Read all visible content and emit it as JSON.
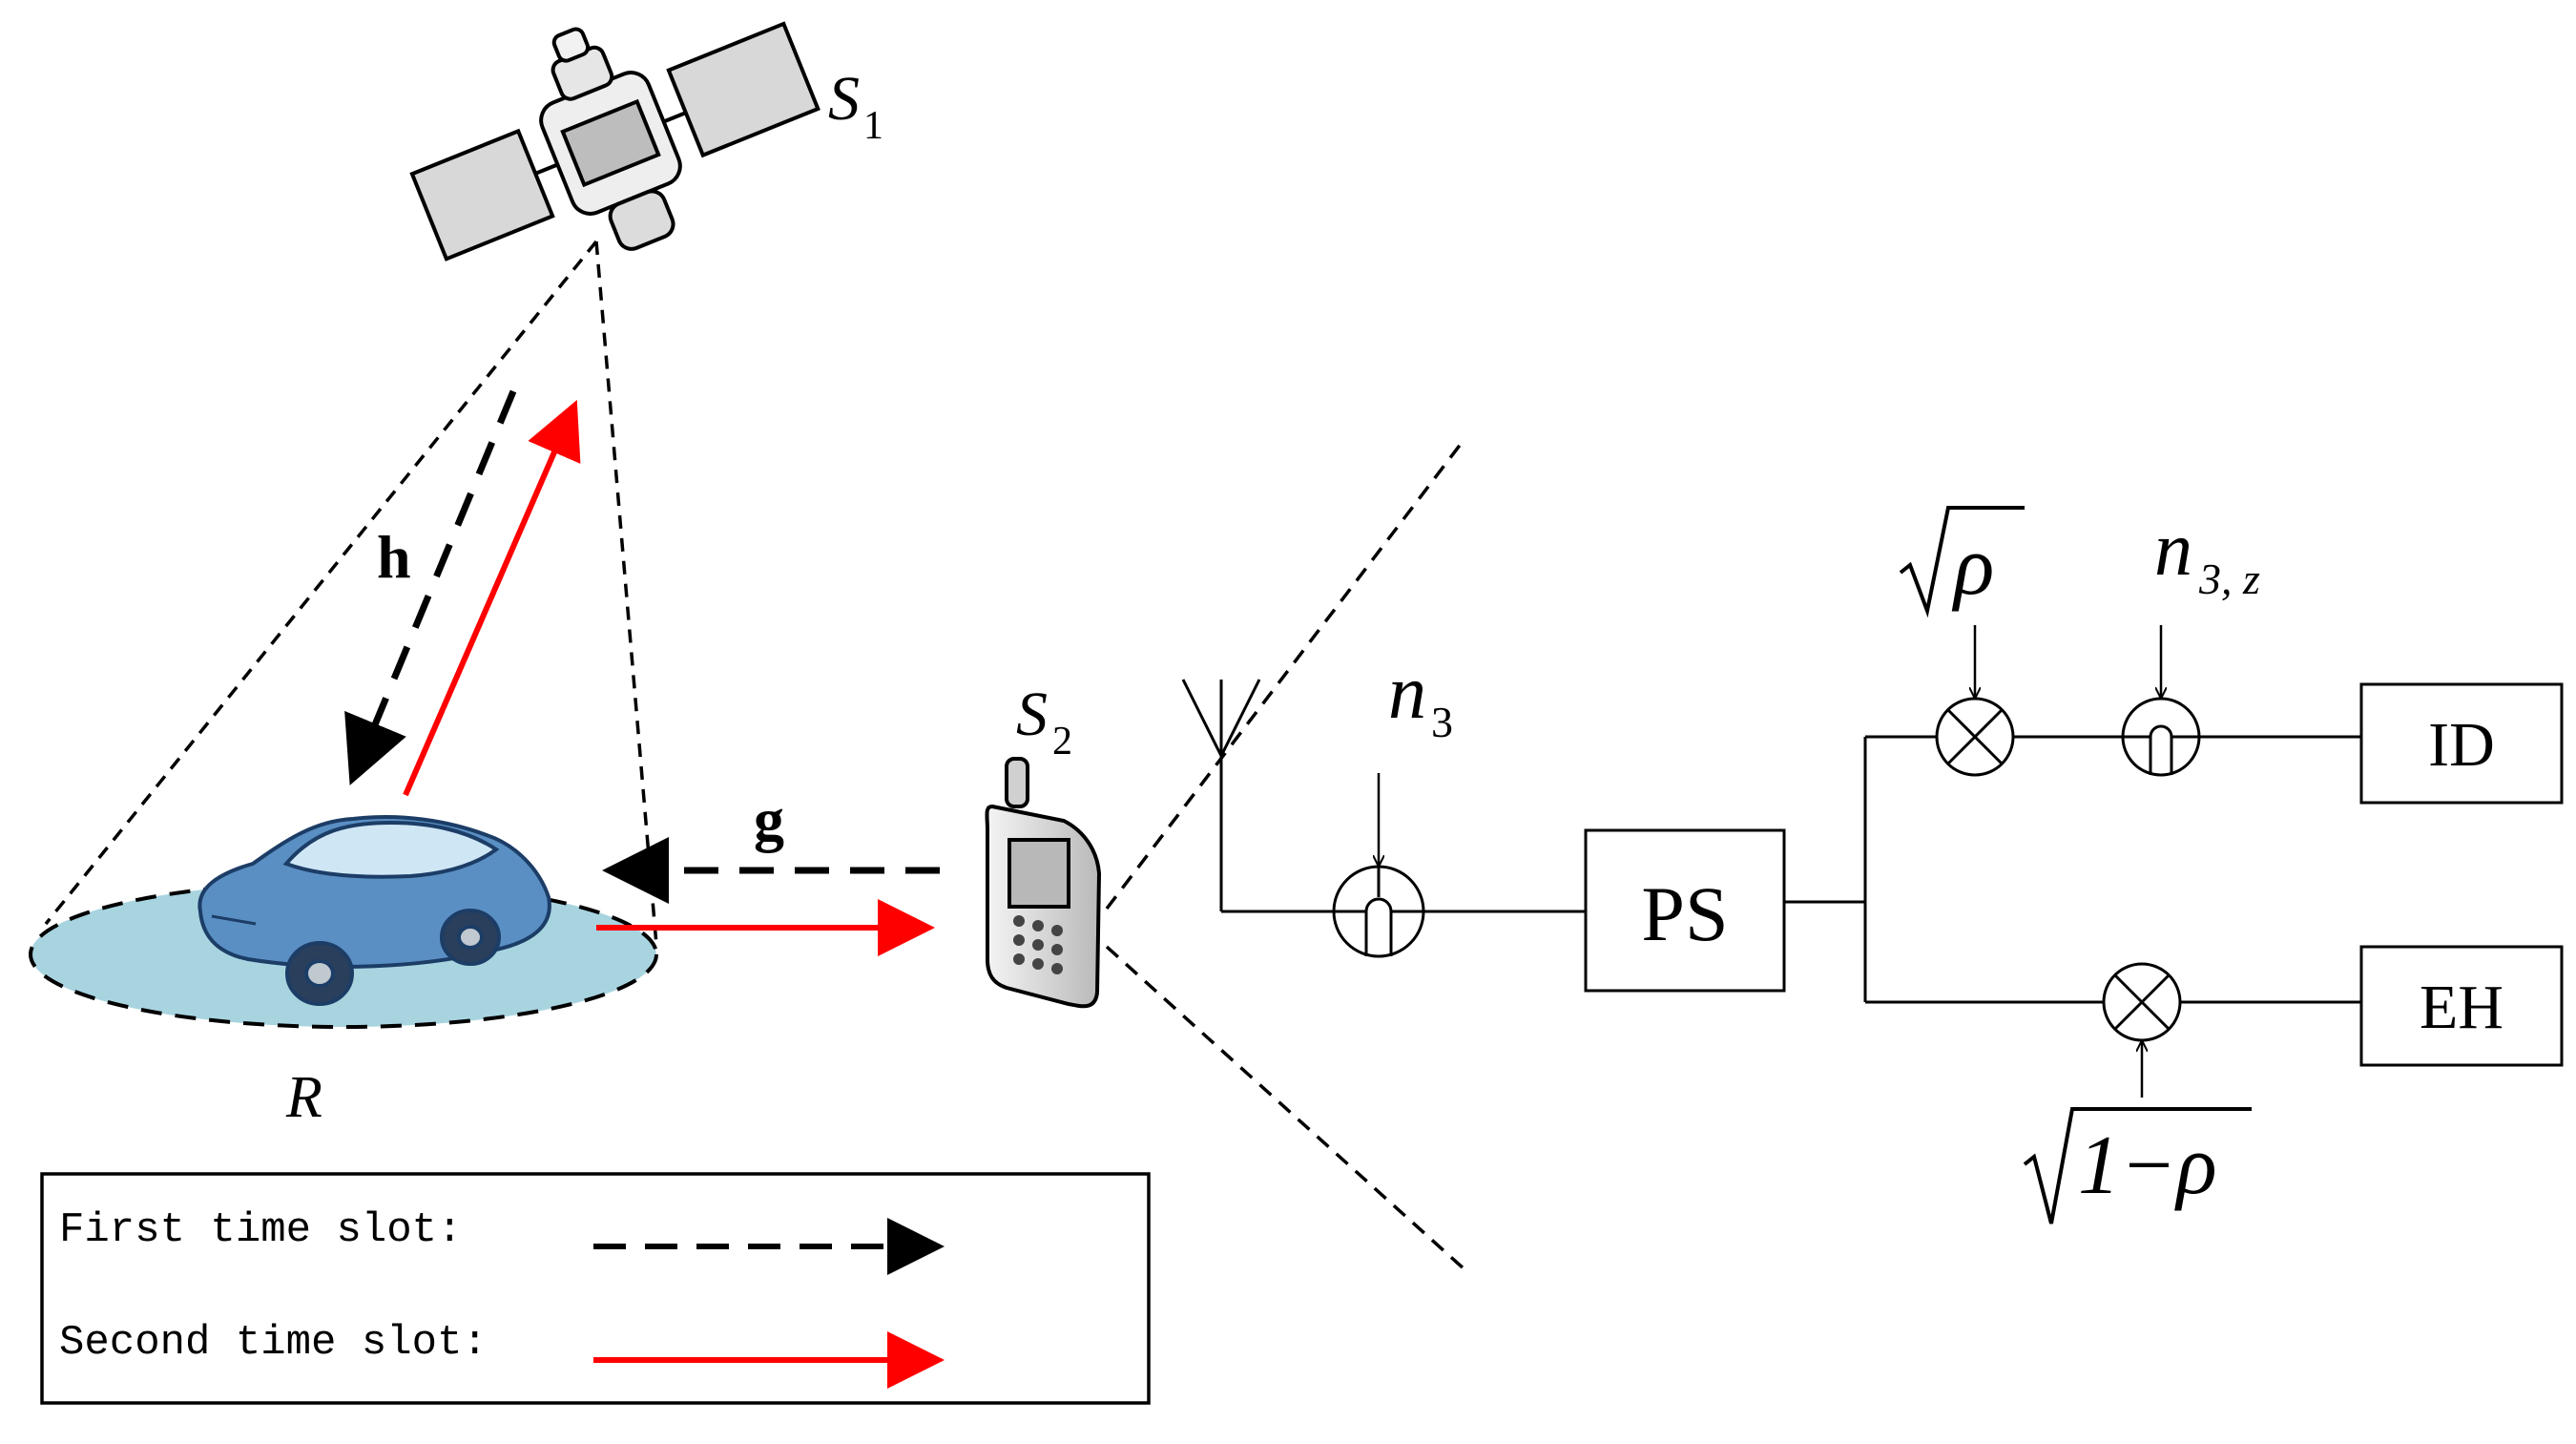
{
  "labels": {
    "satellite": "S",
    "satellite_sub": "1",
    "phone": "S",
    "phone_sub": "2",
    "relay": "R",
    "channel_h": "h",
    "channel_g": "g",
    "noise": "n",
    "noise_sub": "3",
    "noise_z": "n",
    "noise_z_sub": "3, z",
    "sqrt_rho": "ρ",
    "sqrt_one_minus_rho": "1−ρ"
  },
  "blocks": {
    "ps": "PS",
    "id": "ID",
    "eh": "EH"
  },
  "legend": {
    "first_slot": "First time slot:",
    "second_slot": "Second time slot:"
  },
  "colors": {
    "first_slot": "#000000",
    "second_slot": "#ff0000",
    "coverage_fill": "#a8d4e0",
    "car_body": "#5a8fc4"
  }
}
